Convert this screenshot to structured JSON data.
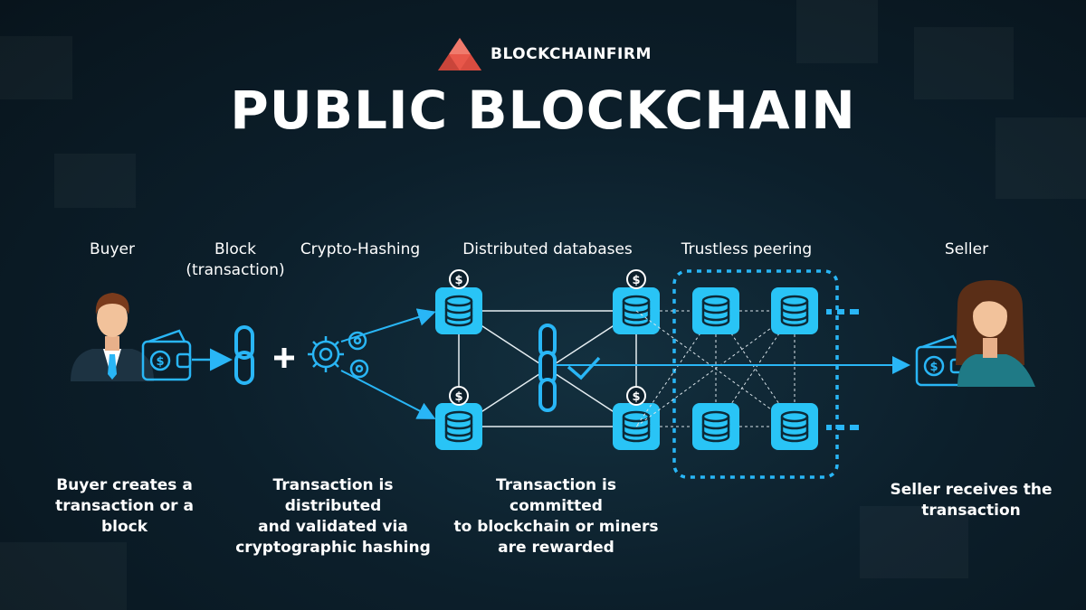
{
  "brand": {
    "name": "BLOCKCHAINFIRM",
    "color": "#e8574a"
  },
  "title": "PUBLIC BLOCKCHAIN",
  "accent": "#29b6f6",
  "stages": [
    {
      "label": "Buyer"
    },
    {
      "label": "Block",
      "sublabel": "(transaction)"
    },
    {
      "label": "Crypto-Hashing"
    },
    {
      "label": "Distributed databases"
    },
    {
      "label": "Trustless peering"
    },
    {
      "label": "Seller"
    }
  ],
  "captions": [
    {
      "line1": "Buyer creates a",
      "line2": "transaction or a",
      "line3": "block"
    },
    {
      "line1": "Transaction is distributed",
      "line2": "and validated via",
      "line3": "cryptographic hashing"
    },
    {
      "line1": "Transaction is committed",
      "line2": "to blockchain or miners",
      "line3": "are rewarded"
    },
    {
      "line1": "Seller receives the",
      "line2": "transaction"
    }
  ],
  "icons": {
    "buyer": "businessman-avatar-icon",
    "wallet": "wallet-icon",
    "chain": "chain-link-icon",
    "plus": "plus-icon",
    "gears": "gears-icon",
    "database": "database-icon",
    "coin": "dollar-coin-icon",
    "check": "checkmark-icon",
    "seller": "woman-avatar-icon"
  }
}
